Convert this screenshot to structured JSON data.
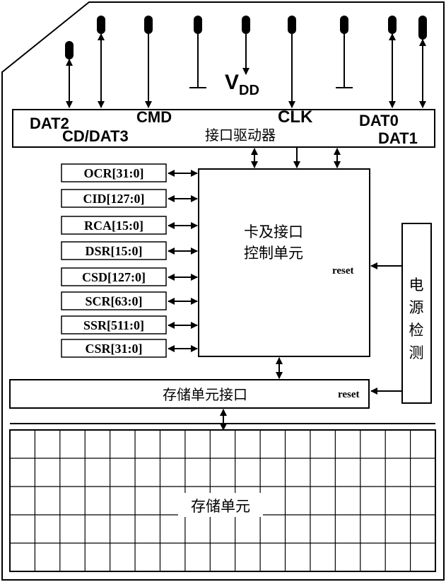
{
  "pins": {
    "dat2": "DAT2",
    "cd_dat3": "CD/DAT3",
    "cmd": "CMD",
    "vdd_main": "V",
    "vdd_sub": "DD",
    "clk": "CLK",
    "dat0": "DAT0",
    "dat1": "DAT1"
  },
  "interface_driver": {
    "label": "接口驱动器"
  },
  "registers": [
    "OCR[31:0]",
    "CID[127:0]",
    "RCA[15:0]",
    "DSR[15:0]",
    "CSD[127:0]",
    "SCR[63:0]",
    "SSR[511:0]",
    "CSR[31:0]"
  ],
  "control_unit": {
    "line1": "卡及接口",
    "line2": "控制单元",
    "reset": "reset"
  },
  "power_detect": {
    "c1": "电",
    "c2": "源",
    "c3": "检",
    "c4": "测"
  },
  "memory_interface": {
    "label": "存储单元接口",
    "reset": "reset"
  },
  "memory_array": {
    "label": "存储单元"
  }
}
